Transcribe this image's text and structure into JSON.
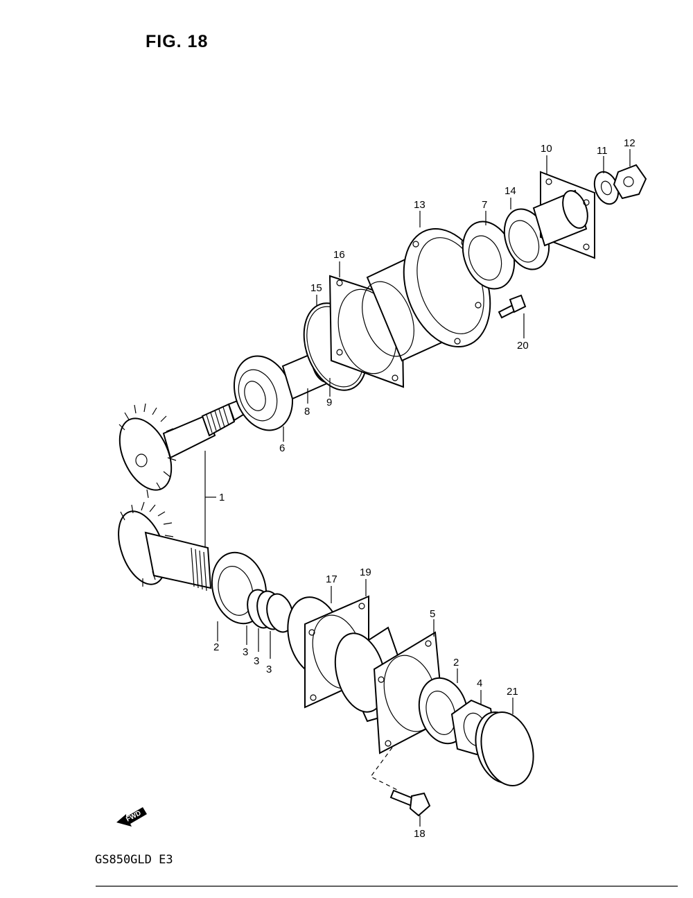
{
  "figure": {
    "title": "FIG. 18",
    "model": "GS850GLD  E3",
    "fwd_label": "FWD"
  },
  "callouts": [
    "1",
    "2",
    "2",
    "3",
    "3",
    "3",
    "4",
    "5",
    "6",
    "7",
    "8",
    "9",
    "10",
    "11",
    "12",
    "13",
    "14",
    "15",
    "16",
    "17",
    "18",
    "19",
    "20",
    "21"
  ]
}
